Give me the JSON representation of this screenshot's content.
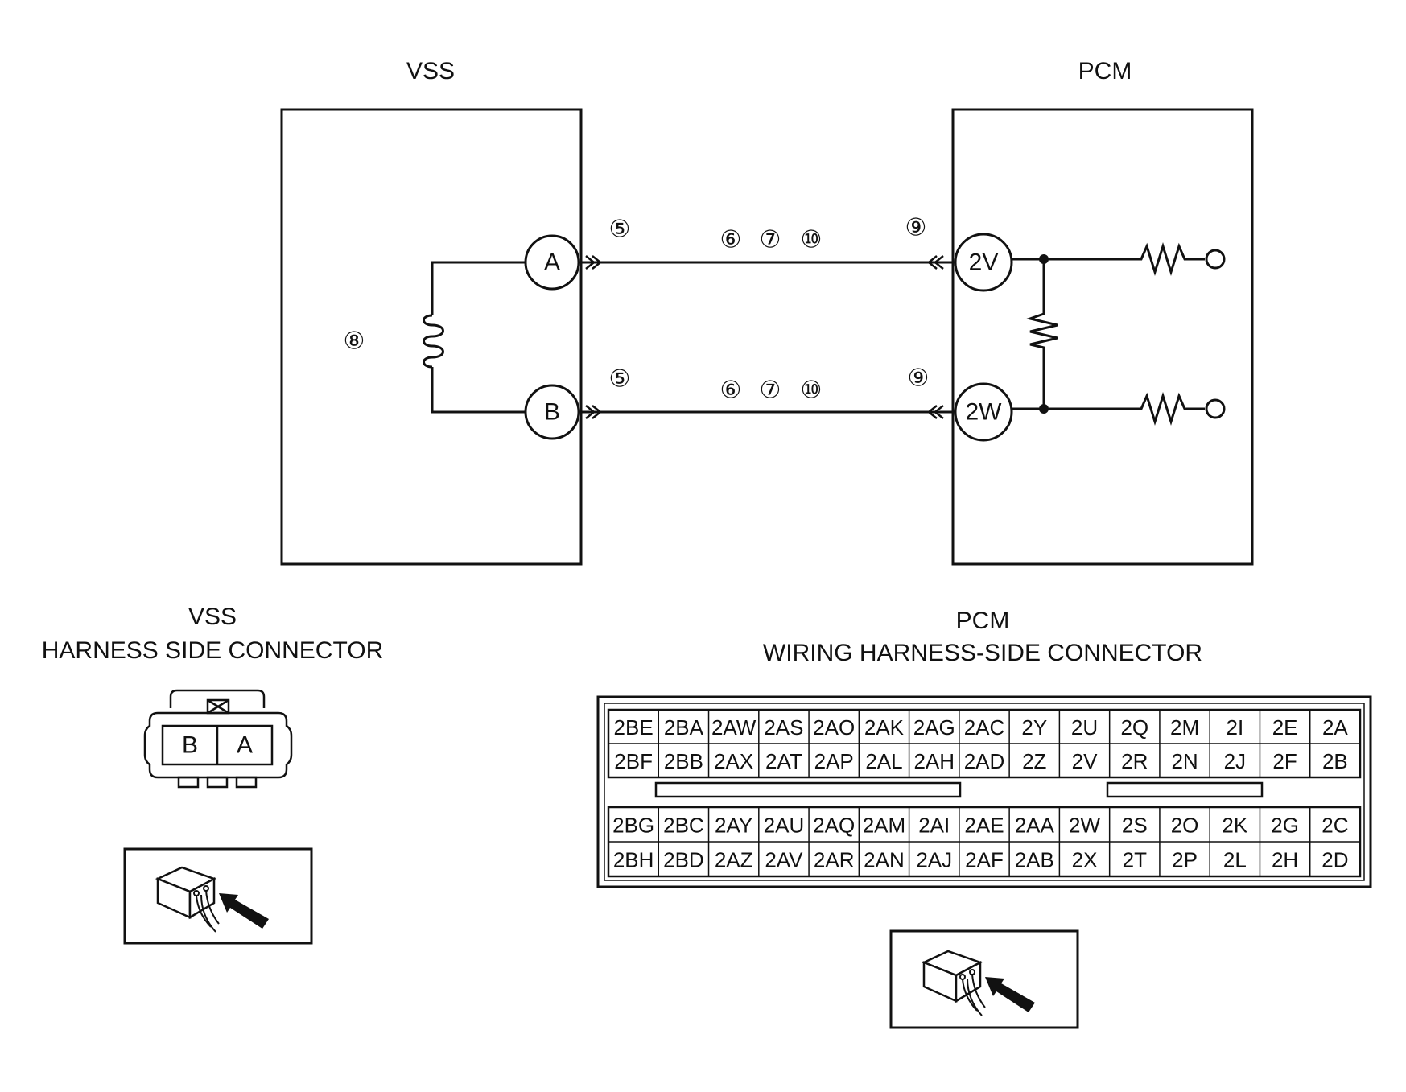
{
  "schematic": {
    "vss_label": "VSS",
    "pcm_label": "PCM",
    "vss_pins": [
      "A",
      "B"
    ],
    "pcm_pins": [
      "2V",
      "2W"
    ],
    "wire_refs": {
      "vss_side": "⑤",
      "middle": [
        "⑥",
        "⑦",
        "⑩"
      ],
      "pcm_side": "⑨",
      "coil": "⑧"
    }
  },
  "vss_connector": {
    "title_line1": "VSS",
    "title_line2": "HARNESS SIDE CONNECTOR",
    "pins": [
      "B",
      "A"
    ]
  },
  "pcm_connector": {
    "title_line1": "PCM",
    "title_line2": "WIRING HARNESS-SIDE CONNECTOR",
    "upper_rows": [
      [
        "2BE",
        "2BA",
        "2AW",
        "2AS",
        "2AO",
        "2AK",
        "2AG",
        "2AC",
        "2Y",
        "2U",
        "2Q",
        "2M",
        "2I",
        "2E",
        "2A"
      ],
      [
        "2BF",
        "2BB",
        "2AX",
        "2AT",
        "2AP",
        "2AL",
        "2AH",
        "2AD",
        "2Z",
        "2V",
        "2R",
        "2N",
        "2J",
        "2F",
        "2B"
      ]
    ],
    "lower_rows": [
      [
        "2BG",
        "2BC",
        "2AY",
        "2AU",
        "2AQ",
        "2AM",
        "2AI",
        "2AE",
        "2AA",
        "2W",
        "2S",
        "2O",
        "2K",
        "2G",
        "2C"
      ],
      [
        "2BH",
        "2BD",
        "2AZ",
        "2AV",
        "2AR",
        "2AN",
        "2AJ",
        "2AF",
        "2AB",
        "2X",
        "2T",
        "2P",
        "2L",
        "2H",
        "2D"
      ]
    ]
  },
  "icons": [
    "connector-view-icon",
    "connector-view-icon"
  ]
}
